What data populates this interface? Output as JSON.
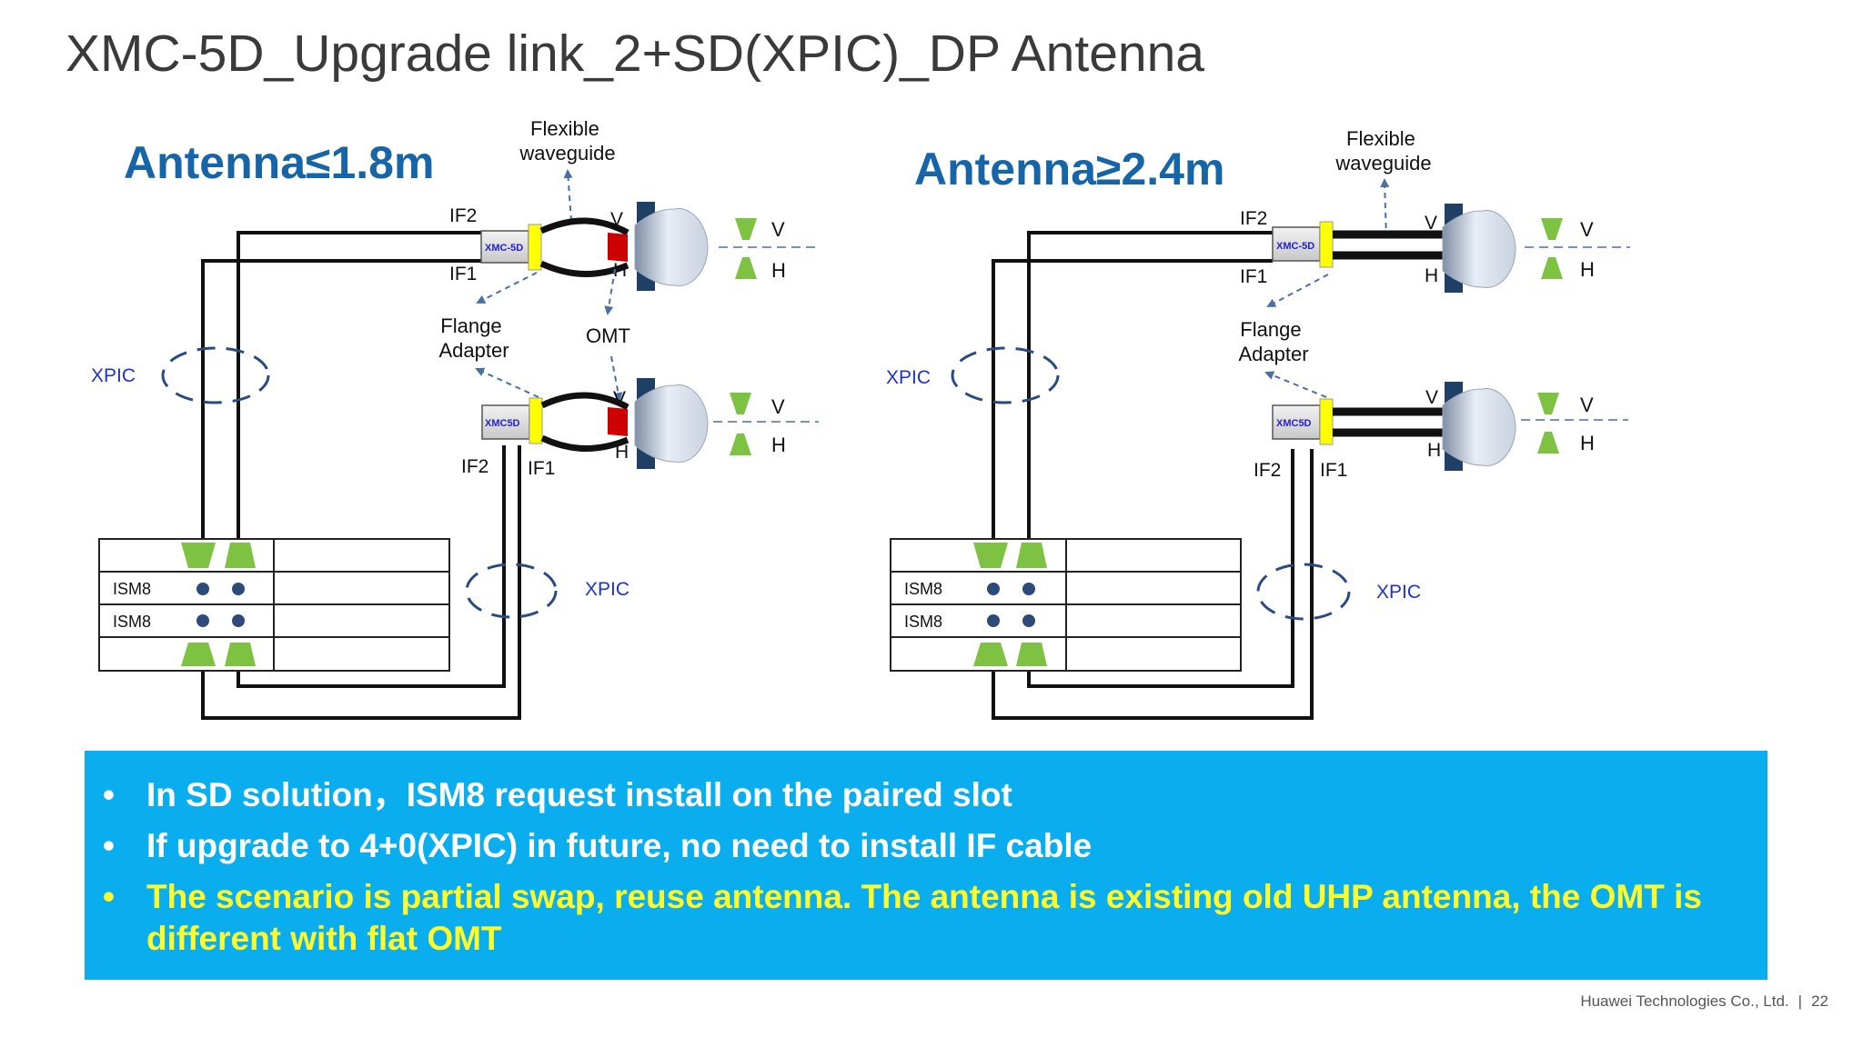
{
  "title": "XMC-5D_Upgrade link_2+SD(XPIC)_DP Antenna",
  "colors": {
    "heading": "#1565a8",
    "note_bg": "#0aaeef",
    "note_text": "#ffffff",
    "note_highlight": "#ffff2a",
    "flange": "#ffff00",
    "omt": "#cc0000",
    "pol_marker": "#7dc242",
    "xpic_label": "#1f33c8",
    "callout_arrow": "#4a6fa5"
  },
  "left": {
    "heading": "Antenna≤1.8m",
    "top_callout": [
      "Flexible",
      "waveguide"
    ],
    "flange_callout": [
      "Flange",
      "Adapter"
    ],
    "omt_callout": "OMT",
    "odu_top": "XMC-5D",
    "odu_bottom": "XMC5D",
    "if2_top": "IF2",
    "if1_top": "IF1",
    "if2_bottom": "IF2",
    "if1_bottom": "IF1",
    "v_top": "V",
    "h_top": "H",
    "v_bottom": "V",
    "h_bottom": "H",
    "pol_v_top": "V",
    "pol_h_top": "H",
    "pol_v_bottom": "V",
    "pol_h_bottom": "H",
    "xpic_left": "XPIC",
    "xpic_right": "XPIC",
    "board_row1": "ISM8",
    "board_row2": "ISM8"
  },
  "right": {
    "heading": "Antenna≥2.4m",
    "top_callout": [
      "Flexible",
      "waveguide"
    ],
    "flange_callout": [
      "Flange",
      "Adapter"
    ],
    "odu_top": "XMC-5D",
    "odu_bottom": "XMC5D",
    "if2_top": "IF2",
    "if1_top": "IF1",
    "if2_bottom": "IF2",
    "if1_bottom": "IF1",
    "v_top": "V",
    "h_top": "H",
    "v_bottom": "V",
    "h_bottom": "H",
    "pol_v_top": "V",
    "pol_h_top": "H",
    "pol_v_bottom": "V",
    "pol_h_bottom": "H",
    "xpic_left": "XPIC",
    "xpic_right": "XPIC",
    "board_row1": "ISM8",
    "board_row2": "ISM8"
  },
  "notes": [
    {
      "bullet": "•",
      "text": "In SD solution，ISM8 request install on the paired slot"
    },
    {
      "bullet": "•",
      "text": "If upgrade to 4+0(XPIC) in future, no need to install IF cable"
    },
    {
      "bullet": "•",
      "text": "The scenario is partial swap, reuse antenna. The antenna is existing old UHP antenna, the OMT is different with flat OMT"
    }
  ],
  "footer": {
    "company": "Huawei Technologies Co., Ltd.",
    "separator": "|",
    "page": "22"
  }
}
